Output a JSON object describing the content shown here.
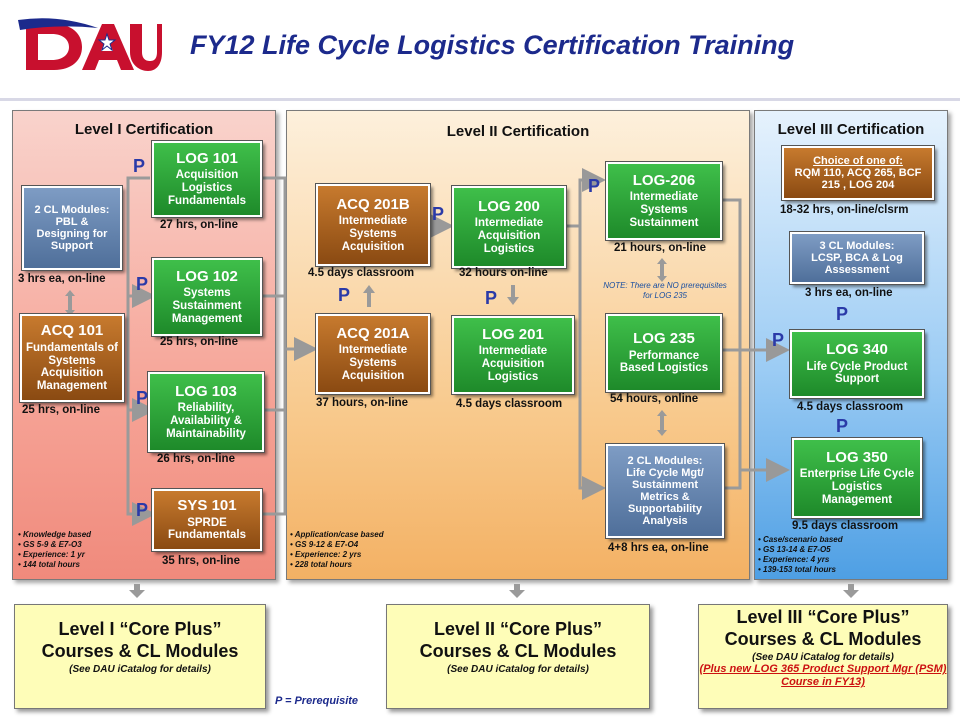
{
  "title": "FY12 Life Cycle Logistics Certification Training",
  "logo_text": "DAU",
  "prereq_marker": "P",
  "levels": {
    "l1": {
      "title": "Level I  Certification",
      "courses": {
        "cl_pbl": {
          "code": "2 CL Modules:",
          "name": "PBL & Designing for Support",
          "hours": "3 hrs ea, on-line"
        },
        "acq101": {
          "code": "ACQ 101",
          "name": "Fundamentals of Systems Acquisition Management",
          "hours": "25  hrs, on-line"
        },
        "log101": {
          "code": "LOG 101",
          "name": "Acquisition Logistics Fundamentals",
          "hours": "27  hrs, on-line"
        },
        "log102": {
          "code": "LOG 102",
          "name": "Systems Sustainment Management",
          "hours": "25  hrs, on-line"
        },
        "log103": {
          "code": "LOG 103",
          "name": "Reliability, Availability & Maintainability",
          "hours": "26  hrs, on-line"
        },
        "sys101": {
          "code": "SYS 101",
          "name": "SPRDE Fundamentals",
          "hours": "35 hrs, on-line"
        }
      },
      "requirements": [
        "• Knowledge based",
        "• GS 5-9  &  E7-O3",
        "• Experience: 1 yr",
        "• 144 total hours"
      ]
    },
    "l2": {
      "title": "Level II Certification",
      "courses": {
        "acq201b": {
          "code": "ACQ 201B",
          "name": "Intermediate Systems Acquisition",
          "hours": "4.5 days classroom"
        },
        "acq201a": {
          "code": "ACQ 201A",
          "name": "Intermediate Systems Acquisition",
          "hours": "37 hours, on-line"
        },
        "log200": {
          "code": "LOG 200",
          "name": "Intermediate Acquisition Logistics",
          "hours": "32 hours on-line"
        },
        "log201": {
          "code": "LOG 201",
          "name": "Intermediate Acquisition Logistics",
          "hours": "4.5 days classroom"
        },
        "log206": {
          "code": "LOG-206",
          "name": "Intermediate Systems Sustainment",
          "hours": "21 hours, on-line"
        },
        "log235": {
          "code": "LOG 235",
          "name": "Performance Based Logistics",
          "hours": "54 hours,  online"
        },
        "cl_lcm": {
          "code": "2 CL Modules:",
          "name": "Life Cycle Mgt/ Sustainment Metrics & Supportability Analysis",
          "hours": "4+8 hrs ea, on-line"
        }
      },
      "note": "NOTE: There are NO prerequisites  for LOG 235",
      "requirements": [
        "• Application/case based",
        "• GS 9-12 & E7-O4",
        "• Experience: 2 yrs",
        "• 228 total hours"
      ]
    },
    "l3": {
      "title": "Level III Certification",
      "courses": {
        "choice": {
          "code": "Choice of one of:",
          "name": "RQM 110, ACQ 265, BCF 215 , LOG 204",
          "hours": "18-32 hrs, on-line/clsrm"
        },
        "cl_lcsp": {
          "code": "3 CL Modules:",
          "name": "LCSP, BCA & Log Assessment",
          "hours": "3 hrs ea, on-line"
        },
        "log340": {
          "code": "LOG 340",
          "name": "Life Cycle Product Support",
          "hours": "4.5 days classroom"
        },
        "log350": {
          "code": "LOG 350",
          "name": "Enterprise Life Cycle Logistics Management",
          "hours": "9.5 days classroom"
        }
      },
      "requirements": [
        "• Case/scenario based",
        "• GS 13-14 &  E7-O5",
        "• Experience: 4 yrs",
        "• 139-153 total hours"
      ]
    }
  },
  "core_plus": {
    "l1": {
      "title1": "Level I “Core Plus”",
      "title2": "Courses & CL Modules",
      "sub": "(See DAU iCatalog for details)"
    },
    "l2": {
      "title1": "Level II “Core Plus”",
      "title2": "Courses & CL Modules",
      "sub": "(See DAU iCatalog for details)"
    },
    "l3": {
      "title1": "Level III “Core Plus”",
      "title2": "Courses & CL Modules",
      "sub": "(See DAU iCatalog for details)",
      "red": "(Plus new LOG 365 Product Support Mgr (PSM) Course in FY13)"
    }
  },
  "legend": "P = Prerequisite",
  "colors": {
    "title": "#1c2a8c",
    "prereq": "#2a3aa8",
    "green_course": "#2ca23a",
    "brown_course": "#a5601f",
    "blue_course": "#6685b0",
    "core_plus_bg": "#fefdb8"
  }
}
